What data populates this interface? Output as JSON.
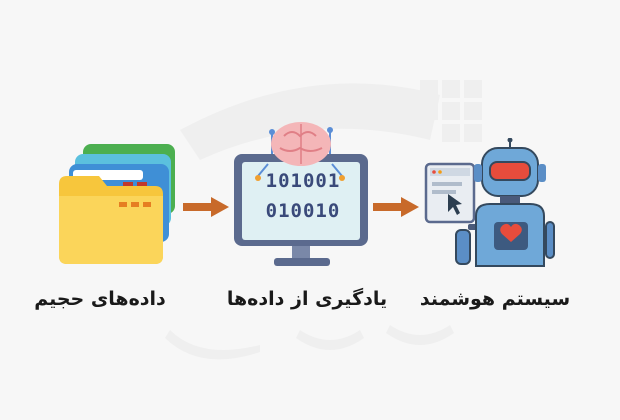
{
  "steps": [
    {
      "id": "big-data",
      "label": "داده‌های حجیم",
      "icon": "stacked-folders-icon"
    },
    {
      "id": "learning",
      "label": "یادگیری از داده‌ها",
      "icon": "monitor-brain-binary-icon"
    },
    {
      "id": "intelligent-system",
      "label": "سیستم هوشمند",
      "icon": "robot-icon"
    }
  ],
  "binary": {
    "line1": "101001",
    "line2": "010010"
  },
  "colors": {
    "background": "#f7f7f7",
    "arrow": "#c86a2a",
    "monitor_frame": "#5b6a8e",
    "monitor_screen": "#dff0f3",
    "binary_text": "#3a4a7a",
    "robot_blue": "#6fa8d8",
    "folder_yellow": "#f7c63c"
  }
}
